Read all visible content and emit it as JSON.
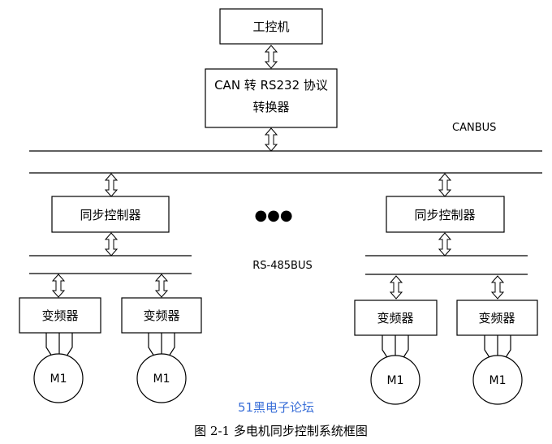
{
  "nodes": {
    "ipc": "工控机",
    "converter_line1": "CAN 转 RS232 协议",
    "converter_line2": "转换器",
    "sync_left": "同步控制器",
    "sync_right": "同步控制器",
    "vfd_1": "变频器",
    "vfd_2": "变频器",
    "vfd_3": "变频器",
    "vfd_4": "变频器",
    "motor_1": "M1",
    "motor_2": "M1",
    "motor_3": "M1",
    "motor_4": "M1"
  },
  "bus_labels": {
    "canbus": "CANBUS",
    "rs485": "RS-485BUS"
  },
  "ellipsis": "●●●",
  "watermark": "51黑电子论坛",
  "caption": "图 2-1 多电机同步控制系统框图"
}
